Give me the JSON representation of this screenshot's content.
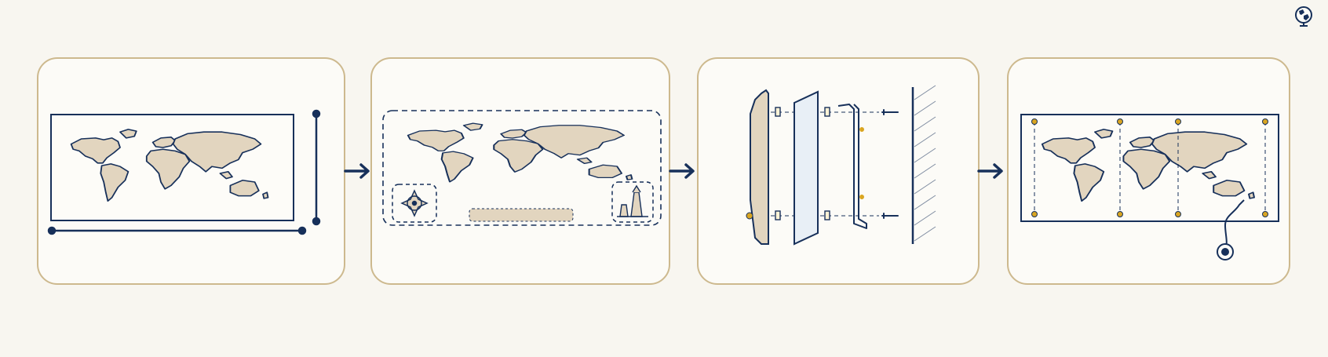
{
  "diagram": {
    "steps": [
      {
        "id": 1,
        "icon": "measure-map-icon"
      },
      {
        "id": 2,
        "icon": "design-layout-icon"
      },
      {
        "id": 3,
        "icon": "mount-layers-icon"
      },
      {
        "id": 4,
        "icon": "hang-map-icon"
      }
    ],
    "connectors": [
      "arrow-right-icon",
      "arrow-right-icon",
      "arrow-right-icon"
    ],
    "corner_icon": "globe-icon",
    "colors": {
      "ink": "#17305a",
      "map_fill": "#e2d5bf",
      "panel_border": "#cdb98e",
      "pin": "#d9a521",
      "background": "#f8f6f0"
    }
  }
}
